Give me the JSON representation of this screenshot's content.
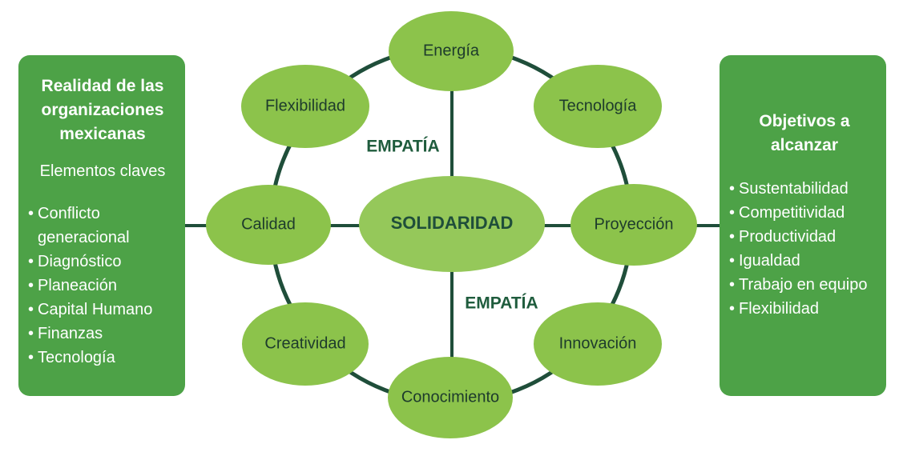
{
  "left_panel": {
    "title": "Realidad de las organizaciones mexicanas",
    "subtitle": "Elementos claves",
    "bullets": [
      "Conflicto generacional",
      "Diagnóstico",
      "Planeación",
      "Capital Humano",
      "Finanzas",
      "Tecnología"
    ]
  },
  "right_panel": {
    "title": "Objetivos a alcanzar",
    "bullets": [
      "Sustentabilidad",
      "Competitividad",
      "Productividad",
      "Igualdad",
      "Trabajo en equipo",
      "Flexibilidad"
    ]
  },
  "center": {
    "label": "SOLIDARIDAD"
  },
  "nodes": {
    "top": "Energía",
    "top_right": "Tecnología",
    "right": "Proyección",
    "bottom_right": "Innovación",
    "bottom": "Conocimiento",
    "bottom_left": "Creatividad",
    "left": "Calidad",
    "top_left": "Flexibilidad"
  },
  "empatia_labels": {
    "upper": "EMPATÍA",
    "lower": "EMPATÍA"
  },
  "colors": {
    "panel_green": "#4da247",
    "node_light_green": "#8cc34b",
    "center_green": "#95c85a",
    "ring_dark_green": "#1f4e3a"
  }
}
